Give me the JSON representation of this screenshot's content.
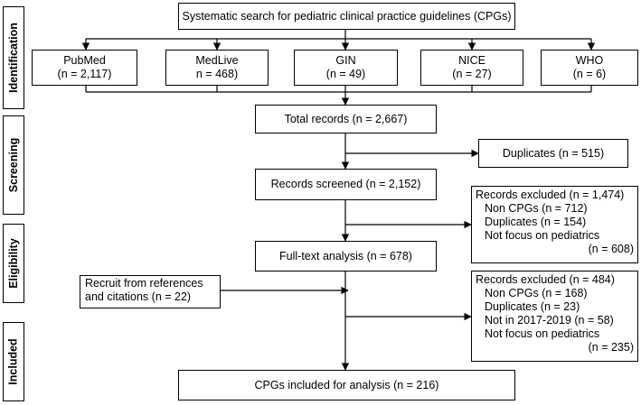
{
  "phases": {
    "identification": "Identification",
    "screening": "Screening",
    "eligibility": "Eligibility",
    "included": "Included"
  },
  "search": "Systematic search for pediatric clinical practice guidelines (CPGs)",
  "sources": [
    {
      "name": "PubMed",
      "count": "(n = 2,117)"
    },
    {
      "name": "MedLive",
      "count": "n = 468)"
    },
    {
      "name": "GIN",
      "count": "(n = 49)"
    },
    {
      "name": "NICE",
      "count": "(n = 27)"
    },
    {
      "name": "WHO",
      "count": "(n = 6)"
    }
  ],
  "total_records": "Total records (n = 2,667)",
  "duplicates": "Duplicates (n = 515)",
  "records_screened": "Records screened (n = 2,152)",
  "excluded1": {
    "title": "Records excluded (n = 1,474)",
    "items": [
      "Non CPGs (n = 712)",
      "Duplicates (n = 154)",
      "Not focus on pediatrics"
    ],
    "last": "(n = 608)"
  },
  "full_text": "Full-text analysis (n = 678)",
  "recruit": {
    "line1": "Recruit from references",
    "line2": "and citations (n = 22)"
  },
  "excluded2": {
    "title": "Records excluded (n = 484)",
    "items": [
      "Non CPGs (n = 168)",
      "Duplicates (n = 23)",
      "Not in 2017-2019 (n = 58)",
      "Not focus on pediatrics"
    ],
    "last": "(n = 235)"
  },
  "included": "CPGs included for analysis (n = 216)"
}
